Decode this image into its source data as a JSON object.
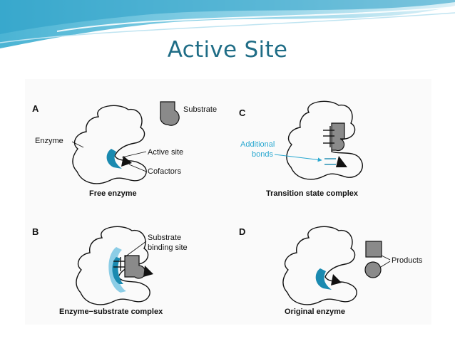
{
  "slide": {
    "title": "Active Site"
  },
  "figure": {
    "panels": [
      {
        "letter": "A",
        "caption": "Free enzyme",
        "labels": {
          "substrate": "Substrate",
          "enzyme": "Enzyme",
          "active_site": "Active site",
          "cofactors": "Cofactors"
        }
      },
      {
        "letter": "B",
        "caption": "Enzyme−substrate complex",
        "labels": {
          "binding_line1": "Substrate",
          "binding_line2": "binding site"
        }
      },
      {
        "letter": "C",
        "caption": "Transition state complex",
        "labels": {
          "additional_line1": "Additional",
          "additional_line2": "bonds"
        }
      },
      {
        "letter": "D",
        "caption": "Original enzyme",
        "labels": {
          "products": "Products"
        }
      }
    ]
  },
  "colors": {
    "title": "#1f6d86",
    "active_site": "#1a8ab0",
    "active_site_light": "#8ccde6",
    "annotation": "#2aa8d0",
    "shape_fill": "#8a8a8a"
  }
}
